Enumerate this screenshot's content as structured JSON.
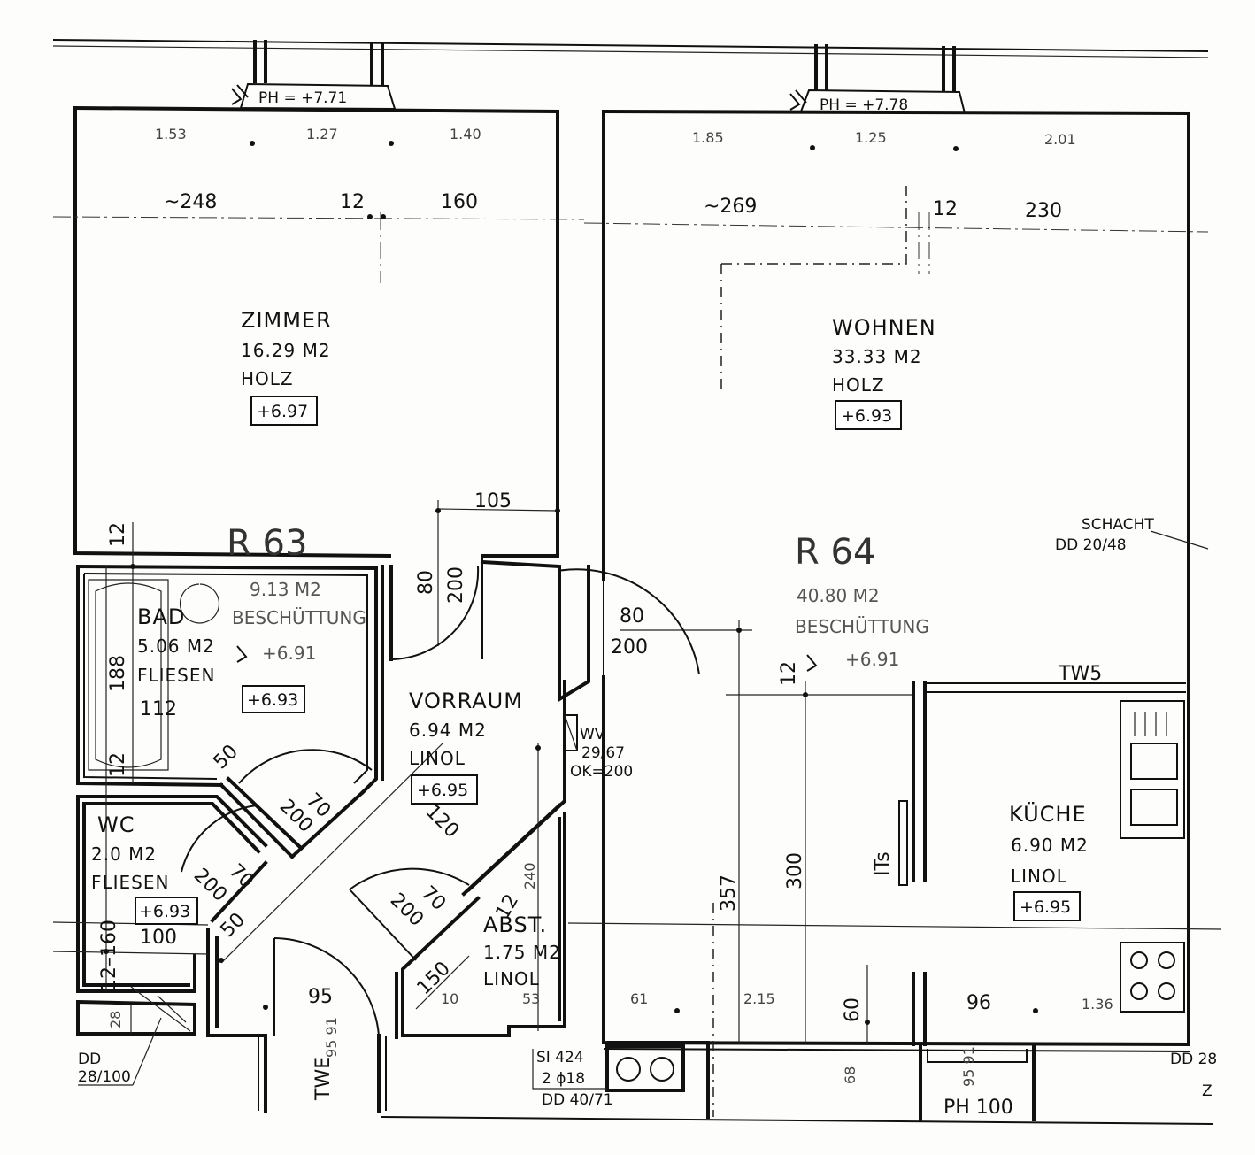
{
  "rooms": {
    "zimmer": {
      "name": "ZIMMER",
      "area": "16.29 M2",
      "floor": "HOLZ",
      "level": "+6.97"
    },
    "wohnen": {
      "name": "WOHNEN",
      "area": "33.33 M2",
      "floor": "HOLZ",
      "level": "+6.93"
    },
    "bad": {
      "name": "BAD",
      "area": "5.06 M2",
      "floor": "FLIESEN",
      "level": "+6.93"
    },
    "vorraum": {
      "name": "VORRAUM",
      "area": "6.94 M2",
      "floor": "LINOL",
      "level": "+6.95"
    },
    "wc": {
      "name": "WC",
      "area": "2.0 M2",
      "floor": "FLIESEN",
      "level": "+6.93"
    },
    "abst": {
      "name": "ABST.",
      "area": "1.75 M2",
      "floor": "LINOL"
    },
    "kueche": {
      "name": "KÜCHE",
      "area": "6.90 M2",
      "floor": "LINOL",
      "level": "+6.95"
    }
  },
  "units": {
    "r63": {
      "label": "R 63",
      "area": "9.13 M2",
      "floor": "BESCHÜTTUNG",
      "level": "+6.91"
    },
    "r64": {
      "label": "R 64",
      "area": "40.80 M2",
      "floor": "BESCHÜTTUNG",
      "level": "+6.91"
    }
  },
  "parapets": {
    "left": "PH = +7.71",
    "right": "PH = +7.78",
    "bottom": "PH 100"
  },
  "dimensions": {
    "zimmer_top": [
      "1.53",
      "1.27",
      "1.40"
    ],
    "zimmer_widths": [
      "~248",
      "12",
      "160"
    ],
    "wohnen_top": [
      "1.85",
      "1.25",
      "2.01"
    ],
    "wohnen_widths": [
      "~269",
      "12",
      "230"
    ],
    "zimmer_door_width": "105",
    "door_80": "80",
    "door_200": "200",
    "hall_80": "80",
    "hall_200": "200",
    "bad_12": "12",
    "bad_188": "188",
    "bad_112": "112",
    "bad_12b": "12",
    "bad_door_50": "50",
    "bad_door_70": "70",
    "bad_door_200": "200",
    "vorraum_120": "120",
    "wc_door_70": "70",
    "wc_door_200": "200",
    "wc_door_50": "50",
    "wc_12_160": "12–160",
    "wc_100": "100",
    "wc_28": "28",
    "abst_70": "70",
    "abst_200": "200",
    "abst_12": "12",
    "abst_240": "240",
    "abst_150": "150",
    "entrance_95": "95",
    "twe_95_91": "95 91",
    "bottom_10": "10",
    "bottom_53": "53",
    "wohnen_357": "357",
    "wohnen_300": "300",
    "wohnen_12": "12",
    "wohnen_61": "61",
    "wohnen_215": "2.15",
    "wohnen_60": "60",
    "wohnen_68": "68",
    "kueche_96": "96",
    "kueche_136": "1.36"
  },
  "annotations": {
    "schacht": "SCHACHT",
    "schacht_dd": "DD 20/48",
    "wv": "WV",
    "wv_dim": "29/67",
    "wv_ok": "OK=200",
    "twe": "TWE",
    "tw5": "TW5",
    "its": "ITs",
    "dd_left": "DD",
    "dd_left_size": "28/100",
    "si_label": "SI 424",
    "si_pipe": "2 ϕ18",
    "si_dd": "DD 40/71",
    "dd_right": "DD 28",
    "z_mark": "Z",
    "ph100_sub": "95 91"
  }
}
